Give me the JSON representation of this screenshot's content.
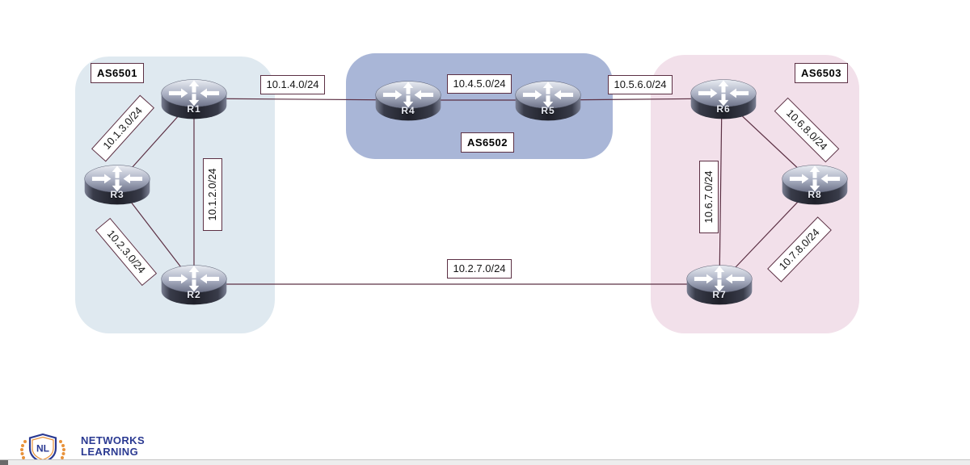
{
  "diagram": {
    "type": "network-topology",
    "as_groups": [
      {
        "name": "AS6501",
        "routers": [
          "R1",
          "R2",
          "R3"
        ]
      },
      {
        "name": "AS6502",
        "routers": [
          "R4",
          "R5"
        ]
      },
      {
        "name": "AS6503",
        "routers": [
          "R6",
          "R7",
          "R8"
        ]
      }
    ],
    "routers": [
      {
        "name": "R1"
      },
      {
        "name": "R2"
      },
      {
        "name": "R3"
      },
      {
        "name": "R4"
      },
      {
        "name": "R5"
      },
      {
        "name": "R6"
      },
      {
        "name": "R7"
      },
      {
        "name": "R8"
      }
    ],
    "links": [
      {
        "from": "R1",
        "to": "R4",
        "subnet": "10.1.4.0/24"
      },
      {
        "from": "R4",
        "to": "R5",
        "subnet": "10.4.5.0/24"
      },
      {
        "from": "R5",
        "to": "R6",
        "subnet": "10.5.6.0/24"
      },
      {
        "from": "R1",
        "to": "R3",
        "subnet": "10.1.3.0/24"
      },
      {
        "from": "R1",
        "to": "R2",
        "subnet": "10.1.2.0/24"
      },
      {
        "from": "R2",
        "to": "R3",
        "subnet": "10.2.3.0/24"
      },
      {
        "from": "R2",
        "to": "R7",
        "subnet": "10.2.7.0/24"
      },
      {
        "from": "R6",
        "to": "R7",
        "subnet": "10.6.7.0/24"
      },
      {
        "from": "R6",
        "to": "R8",
        "subnet": "10.6.8.0/24"
      },
      {
        "from": "R7",
        "to": "R8",
        "subnet": "10.7.8.0/24"
      }
    ]
  },
  "logo": {
    "monogram": "NL",
    "line1": "NETWORKS",
    "line2": "LEARNING"
  },
  "colors": {
    "link_line": "#5c3044",
    "label_border": "#5c3044",
    "as6501_bg": "#dfe9f0",
    "as6502_bg": "#a9b6d7",
    "as6503_bg": "#f2e0ea",
    "logo_navy": "#2b3a92",
    "logo_orange": "#e8923a"
  }
}
